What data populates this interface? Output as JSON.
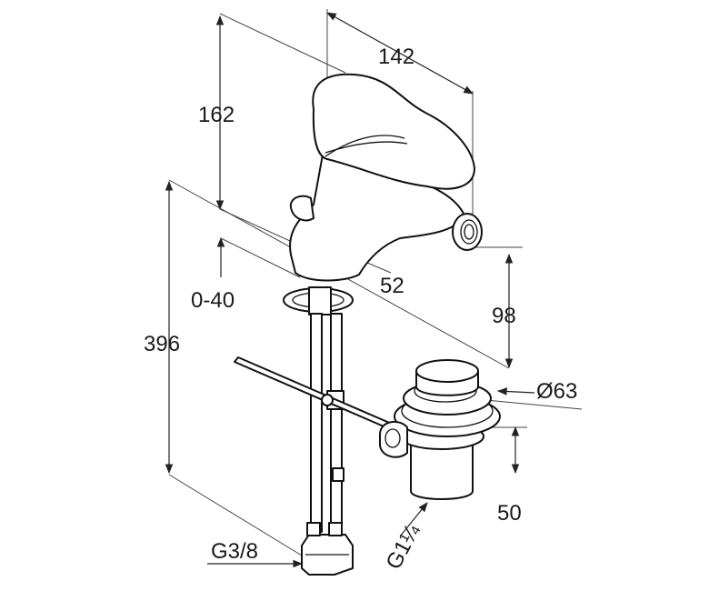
{
  "dimensions": {
    "top_width": "142",
    "faucet_height": "162",
    "spout_depth": "52",
    "deck_range": "0-40",
    "total_height": "396",
    "spout_height": "98",
    "waste_diameter": "Ø63",
    "waste_height": "50",
    "supply_thread": "G3/8",
    "waste_thread": "G1¼"
  },
  "colors": {
    "line": "#111111",
    "background": "#ffffff"
  }
}
